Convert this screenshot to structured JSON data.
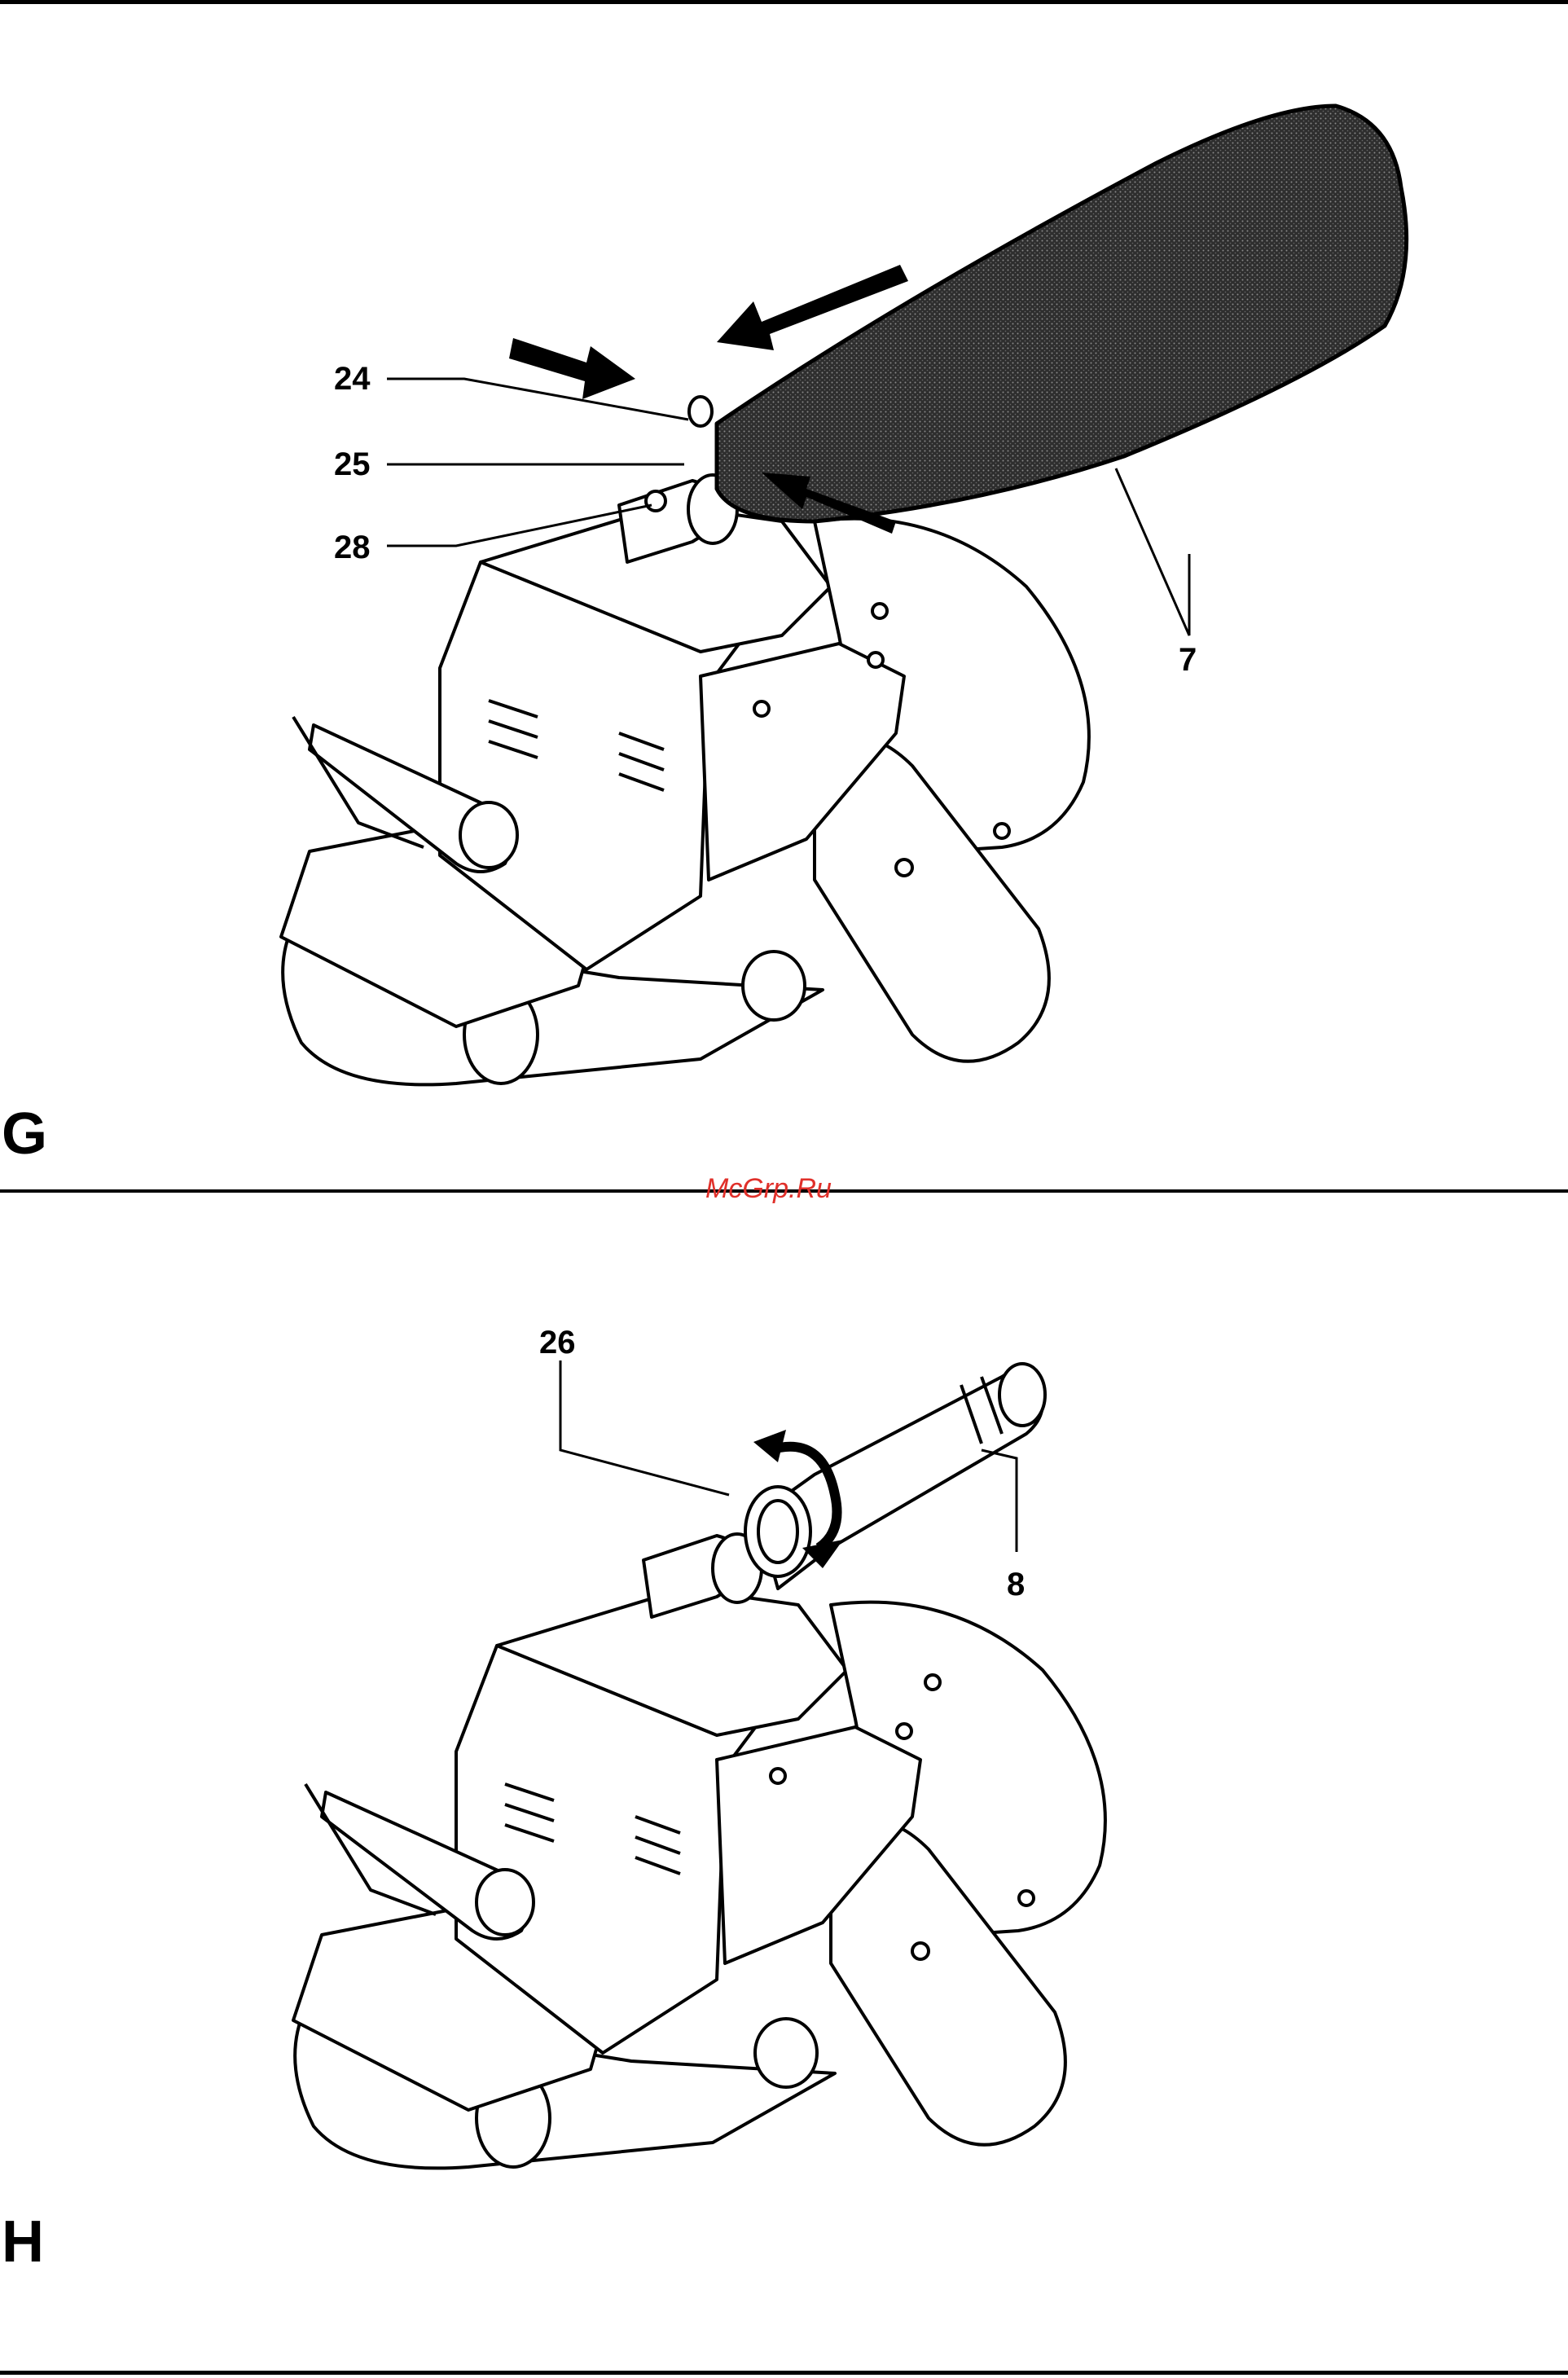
{
  "figure_g": {
    "letter": "G",
    "callouts": {
      "c24": "24",
      "c25": "25",
      "c28": "28",
      "c7": "7"
    }
  },
  "watermark": {
    "text": "McGrp.Ru",
    "color": "#e0302a"
  },
  "figure_h": {
    "letter": "H",
    "callouts": {
      "c26": "26",
      "c8": "8"
    }
  },
  "colors": {
    "ink": "#000000",
    "bag_fill": "#3a3a3a"
  }
}
